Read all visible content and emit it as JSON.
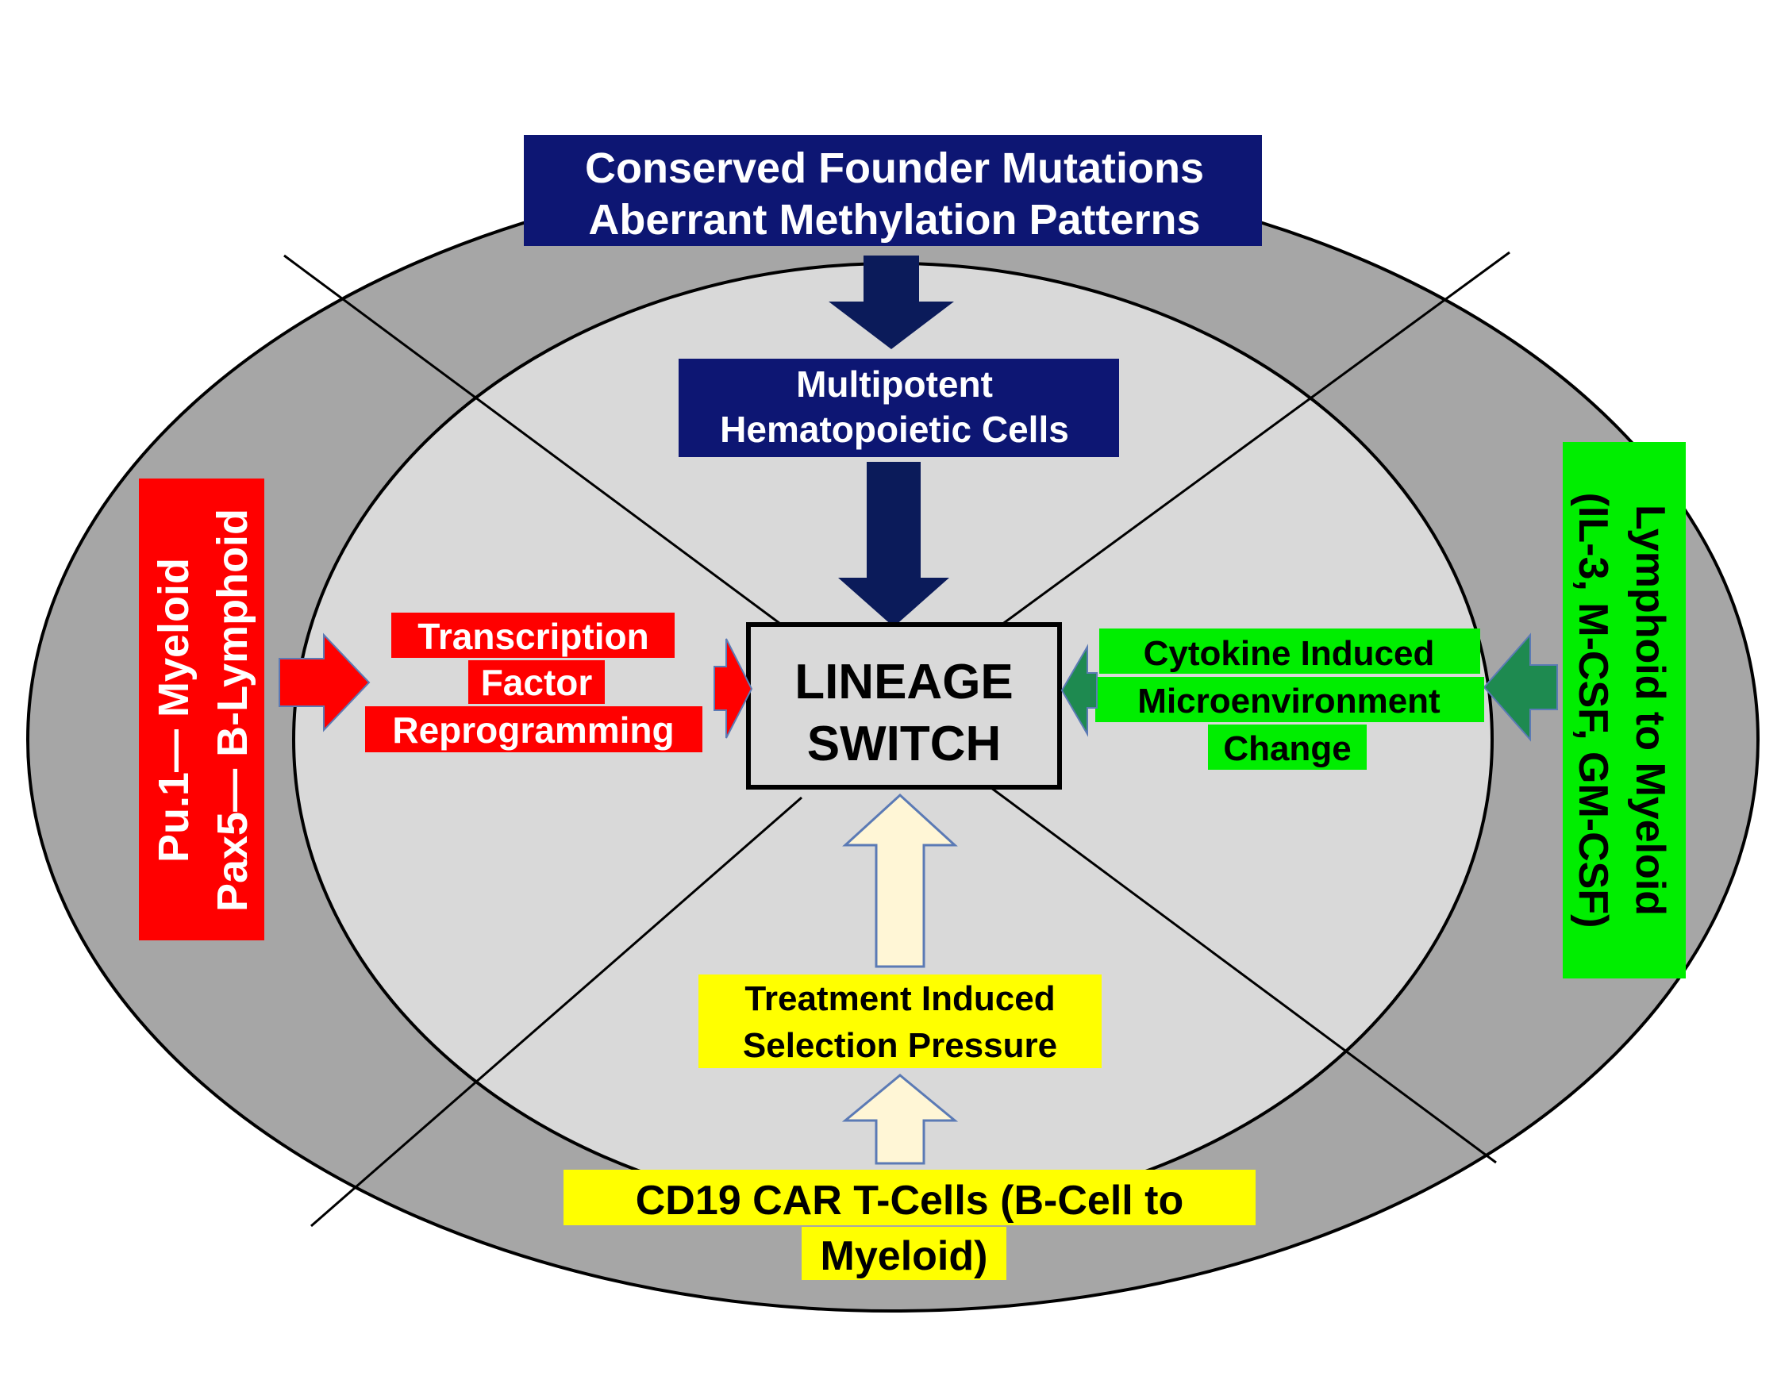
{
  "colors": {
    "outer_ring": "#a6a6a6",
    "inner_ellipse": "#d9d9d9",
    "center_box": "#d9d9d9",
    "navy": "#0d1673",
    "navy_arrow": "#0b1b5a",
    "red": "#ff0000",
    "green": "#00ee00",
    "green_arrow": "#1e8a50",
    "yellow": "#ffff00",
    "cream_arrow": "#fff6d6",
    "arrow_outline": "#5b7ab5"
  },
  "top_box": {
    "line1": "Conserved Founder Mutations",
    "line2": "Aberrant Methylation Patterns"
  },
  "hsc_box": {
    "line1": "Multipotent",
    "line2": "Hematopoietic Cells"
  },
  "center_box": {
    "line1": "LINEAGE",
    "line2": "SWITCH"
  },
  "left_outer": {
    "line1": "Pu.1— Myeloid",
    "line2": "Pax5— B-Lymphoid"
  },
  "left_inner": {
    "line1": "Transcription",
    "line2": "Factor",
    "line3": "Reprogramming"
  },
  "right_outer": {
    "line1": "Lymphoid to Myeloid",
    "line2": "(IL-3, M-CSF, GM-CSF)"
  },
  "right_inner": {
    "line1": "Cytokine Induced",
    "line2": "Microenvironment",
    "line3": "Change"
  },
  "bottom_inner": {
    "line1": "Treatment Induced",
    "line2": "Selection Pressure"
  },
  "bottom_outer": {
    "line1": "CD19 CAR T-Cells (B-Cell to",
    "line2": "Myeloid)"
  }
}
